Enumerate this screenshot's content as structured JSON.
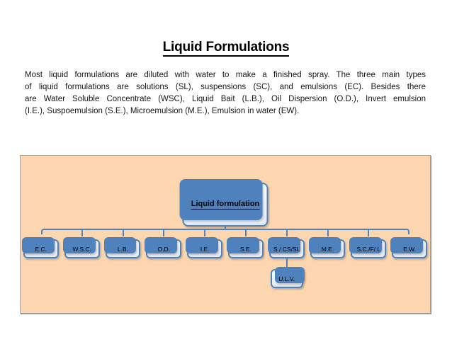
{
  "title": "Liquid Formulations",
  "paragraph": {
    "lines": [
      "Most liquid formulations are diluted with water to make a finished spray. The three main types",
      "of liquid formulations are solutions (SL), suspensions (SC), and emulsions (EC). Besides there",
      "are Water Soluble Concentrate (WSC), Liquid Bait (L.B.), Oil Dispersion (O.D.), Invert emulsion",
      "(I.E.), Suspoemulsion (S.E.), Microemulsion (M.E.), Emulsion in water (EW)."
    ]
  },
  "diagram": {
    "root_label": "Liquid formulation",
    "children": [
      "E.C.",
      "W.S.C.",
      "L.B.",
      "O.D.",
      "I.E.",
      "S.E.",
      "S / CS/SL",
      "M.E.",
      "S.C./F/ L",
      "E.W."
    ],
    "sub_node": {
      "parent": "S / CS/SL",
      "label": "U.L.V."
    },
    "colors": {
      "accent_blue": "#4f81bd",
      "panel_background": "#fcd6ae",
      "node_fill": "#edf1f8",
      "panel_border": "#a3a3a3"
    }
  }
}
